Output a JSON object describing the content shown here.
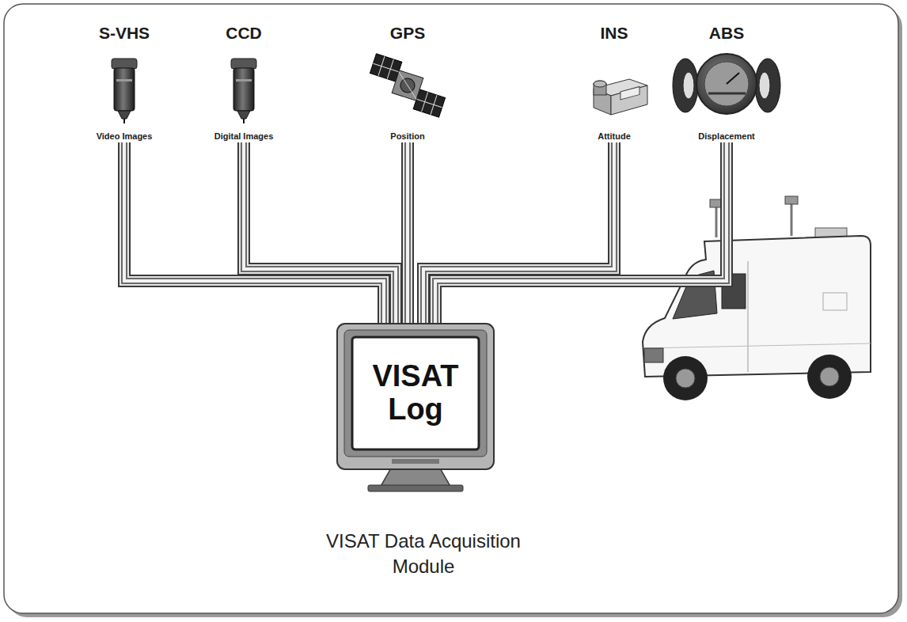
{
  "diagram": {
    "caption": "VISAT Data Acquisition Module",
    "nodes": [
      {
        "text": [
          "S-VHS",
          "Video Images"
        ]
      },
      {
        "text": [
          "CCD",
          "Digital Images"
        ]
      },
      {
        "text": [
          "GPS",
          "Position"
        ]
      },
      {
        "text": [
          "INS",
          "Attitude"
        ]
      },
      {
        "text": [
          "ABS",
          "Displacement"
        ]
      },
      {
        "text": [
          "VISAT Log"
        ]
      }
    ],
    "edges": [
      {
        "from": 0,
        "to": 5,
        "arrow": "none"
      },
      {
        "from": 1,
        "to": 5,
        "arrow": "none"
      },
      {
        "from": 2,
        "to": 5,
        "arrow": "none"
      },
      {
        "from": 3,
        "to": 5,
        "arrow": "none"
      },
      {
        "from": 4,
        "to": 5,
        "arrow": "none"
      }
    ]
  }
}
